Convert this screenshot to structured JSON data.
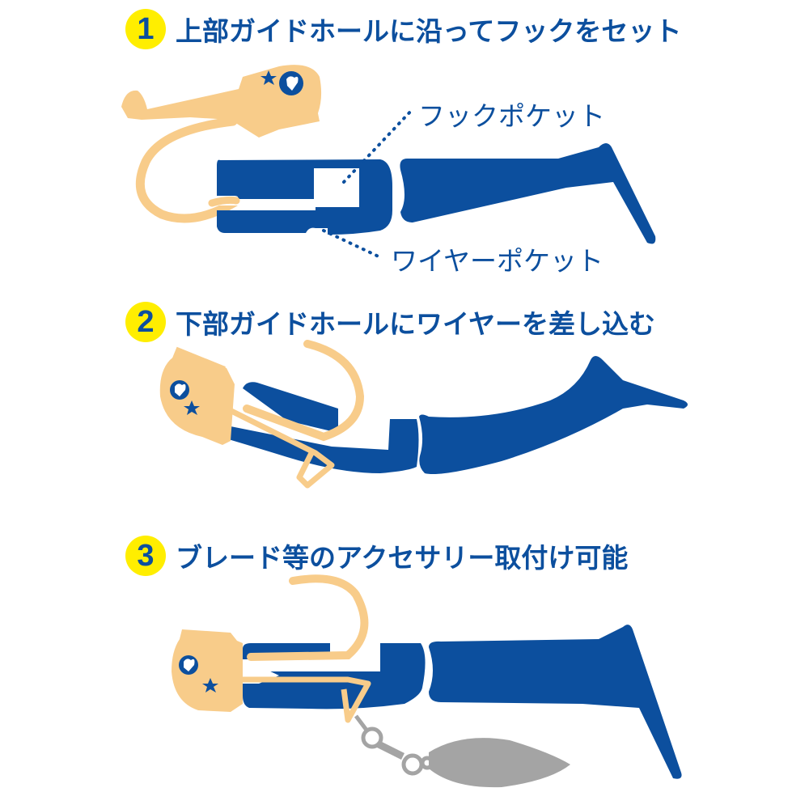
{
  "colors": {
    "blue": "#0c4f9e",
    "orange": "#f8cc8a",
    "yellow": "#ffee00",
    "gray": "#a4a4a4"
  },
  "steps": [
    {
      "number": "1",
      "title": "上部ガイドホールに沿ってフックをセット",
      "labels": {
        "hook_pocket": "フックポケット",
        "wire_pocket": "ワイヤーポケット"
      }
    },
    {
      "number": "2",
      "title": "下部ガイドホールにワイヤーを差し込む"
    },
    {
      "number": "3",
      "title": "ブレード等のアクセサリー取付け可能"
    }
  ]
}
